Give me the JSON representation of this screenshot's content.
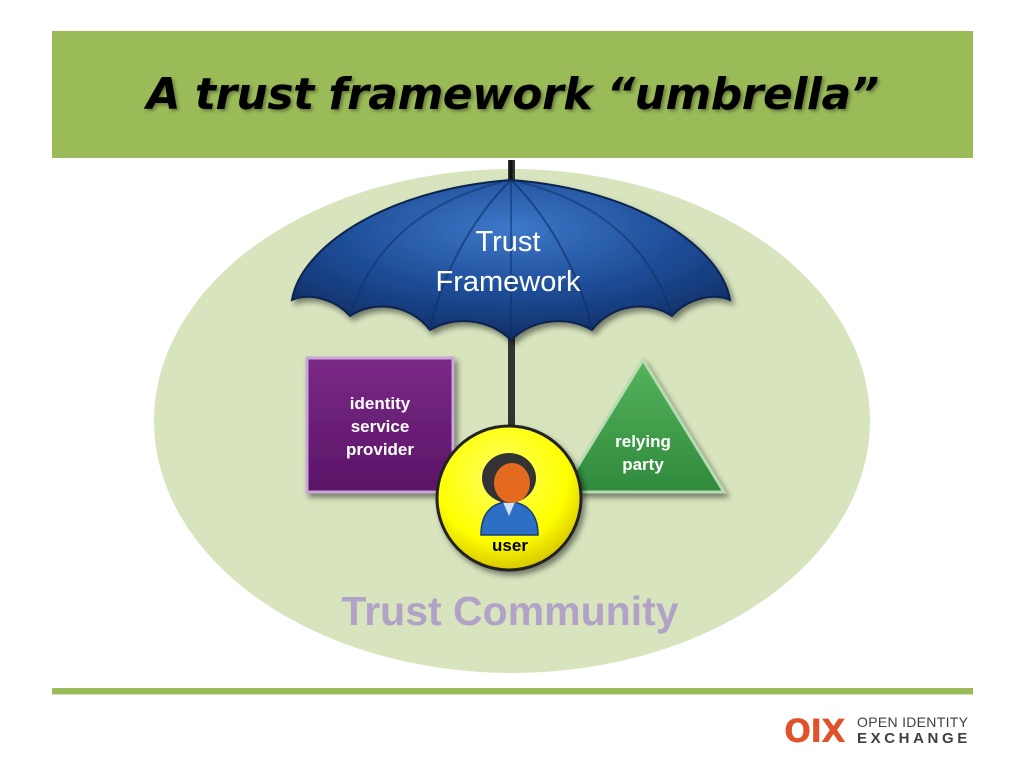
{
  "slide": {
    "title": "A trust framework “umbrella”"
  },
  "diagram": {
    "umbrella_label_line1": "Trust",
    "umbrella_label_line2": "Framework",
    "identity_provider_line1": "identity",
    "identity_provider_line2": "service",
    "identity_provider_line3": "provider",
    "relying_party_line1": "relying",
    "relying_party_line2": "party",
    "user_label": "user",
    "community_label": "Trust Community",
    "colors": {
      "title_band": "#9bbb59",
      "community_ellipse": "#d7e4bd",
      "umbrella": "#1f4e99",
      "identity_provider": "#7030a0",
      "relying_party": "#3e9a4a",
      "user_circle": "#ffff00",
      "community_text": "#b3a2c7"
    }
  },
  "footer": {
    "logo_mark": "OIX",
    "logo_line1": "OPEN IDENTITY",
    "logo_line2": "EXCHANGE"
  }
}
